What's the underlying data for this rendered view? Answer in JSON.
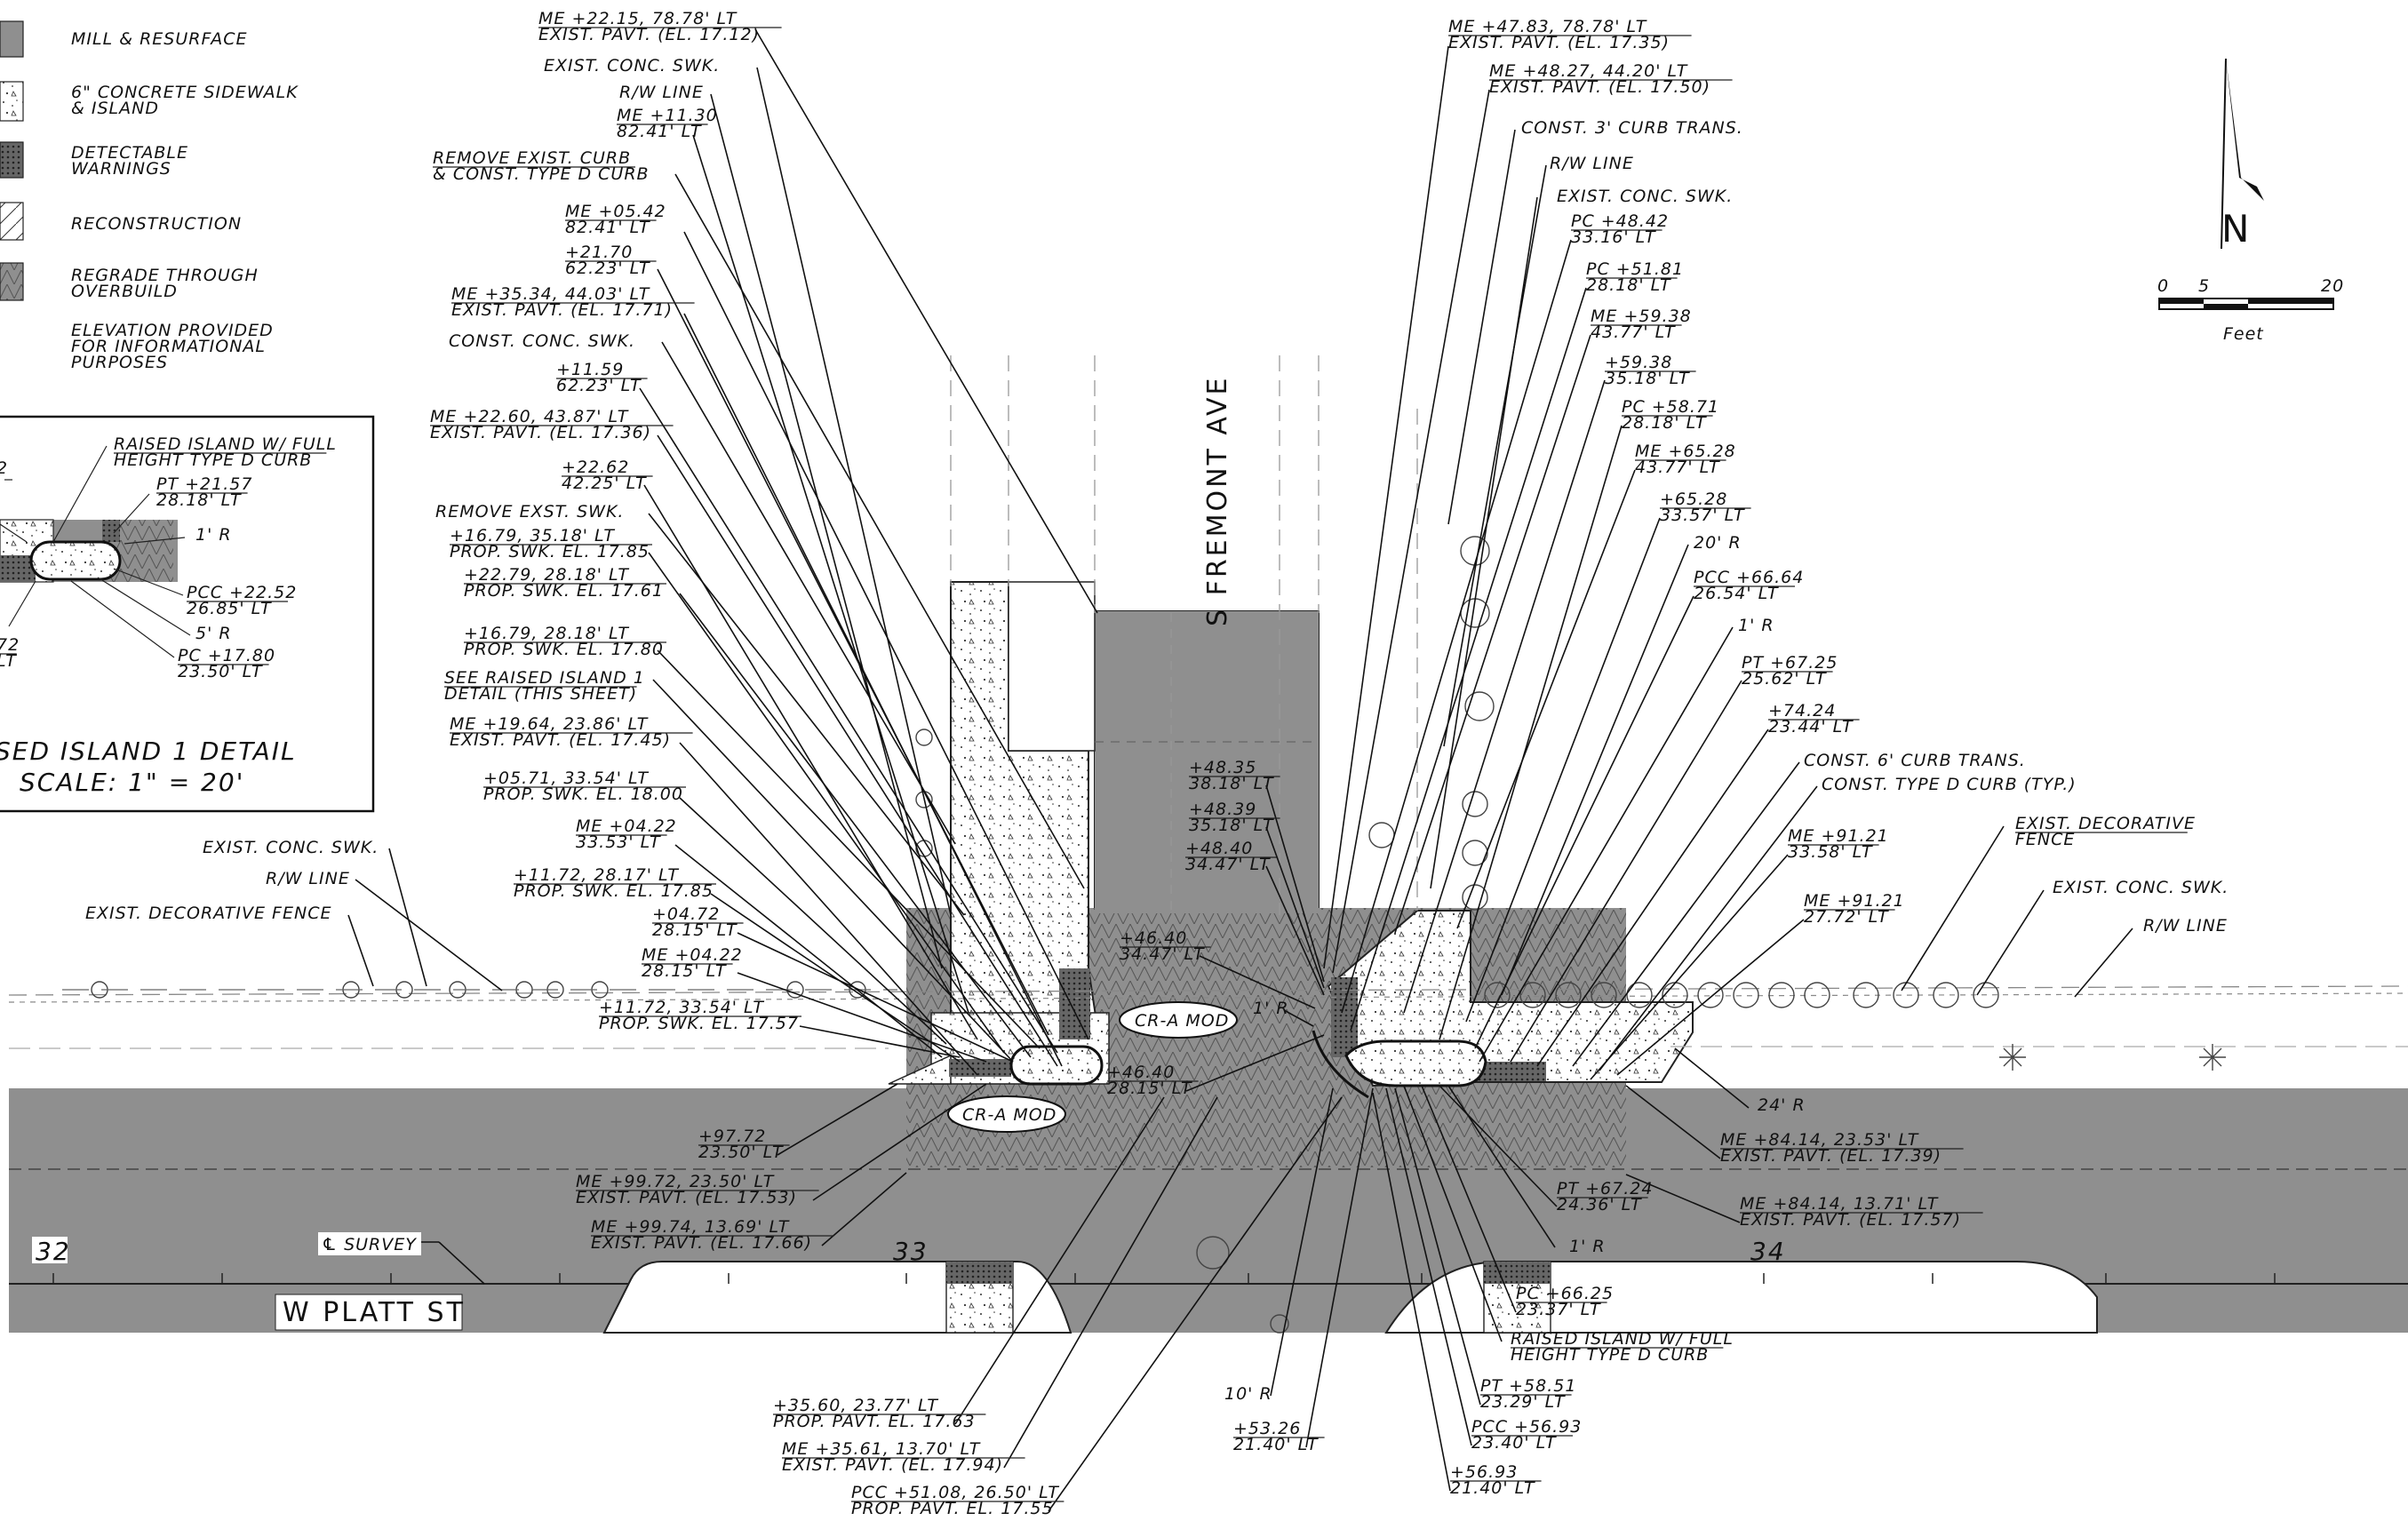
{
  "legend": [
    {
      "id": "mill",
      "lines": [
        "MILL & RESURFACE"
      ]
    },
    {
      "id": "sidewalk",
      "lines": [
        "6\" CONCRETE SIDEWALK",
        "& ISLAND"
      ]
    },
    {
      "id": "warnings",
      "lines": [
        "DETECTABLE",
        "WARNINGS"
      ]
    },
    {
      "id": "recon",
      "lines": [
        "RECONSTRUCTION"
      ]
    },
    {
      "id": "regrade",
      "lines": [
        "REGRADE THROUGH",
        "OVERBUILD"
      ]
    },
    {
      "id": "elev",
      "lines": [
        "ELEVATION PROVIDED",
        "FOR INFORMATIONAL",
        "PURPOSES"
      ]
    }
  ],
  "detail": {
    "title": "SED ISLAND 1 DETAIL",
    "scale": "SCALE: 1\" = 20'",
    "labels": [
      {
        "lines": [
          "RAISED ISLAND W/ FULL",
          "HEIGHT TYPE D CURB"
        ]
      },
      {
        "lines": [
          "PT +21.57",
          "28.18' LT"
        ]
      },
      {
        "lines": [
          "1' R"
        ]
      },
      {
        "lines": [
          "PCC +22.52",
          "26.85' LT"
        ]
      },
      {
        "lines": [
          "5' R"
        ]
      },
      {
        "lines": [
          "PC +17.80",
          "23.50' LT"
        ]
      },
      {
        "lines": [
          "2"
        ]
      },
      {
        "lines": [
          "72",
          "LT"
        ]
      }
    ]
  },
  "streets": {
    "cross": "S FREMONT AVE",
    "main": "W PLATT ST",
    "survey": "℄ SURVEY",
    "stations": [
      "32",
      "33",
      "34"
    ],
    "cr_a_1": "CR-A MOD",
    "cr_a_2": "CR-A MOD"
  },
  "north": {
    "letter": "N",
    "scale_nums": [
      "0",
      "5",
      "20"
    ],
    "scale_unit": "Feet"
  },
  "callouts": [
    {
      "id": "c01",
      "lines": [
        "ME +22.15, 78.78' LT",
        "EXIST. PAVT. (EL. 17.12)"
      ]
    },
    {
      "id": "c02",
      "lines": [
        "EXIST. CONC. SWK."
      ]
    },
    {
      "id": "c03",
      "lines": [
        "R/W LINE"
      ]
    },
    {
      "id": "c04",
      "lines": [
        "ME +11.30",
        "82.41' LT"
      ]
    },
    {
      "id": "c05",
      "lines": [
        "REMOVE EXIST. CURB",
        "& CONST. TYPE D CURB"
      ]
    },
    {
      "id": "c06",
      "lines": [
        "ME +05.42",
        "82.41' LT"
      ]
    },
    {
      "id": "c07",
      "lines": [
        "+21.70",
        "62.23' LT"
      ]
    },
    {
      "id": "c08",
      "lines": [
        "ME +35.34, 44.03' LT",
        "EXIST. PAVT. (EL. 17.71)"
      ]
    },
    {
      "id": "c09",
      "lines": [
        "CONST. CONC. SWK."
      ]
    },
    {
      "id": "c10",
      "lines": [
        "+11.59",
        "62.23' LT"
      ]
    },
    {
      "id": "c11",
      "lines": [
        "ME +22.60, 43.87' LT",
        "EXIST. PAVT. (EL. 17.36)"
      ]
    },
    {
      "id": "c12",
      "lines": [
        "+22.62",
        "42.25' LT"
      ]
    },
    {
      "id": "c13",
      "lines": [
        "REMOVE EXST. SWK."
      ]
    },
    {
      "id": "c14",
      "lines": [
        "+16.79, 35.18' LT",
        "PROP. SWK. EL. 17.85"
      ]
    },
    {
      "id": "c15",
      "lines": [
        "+22.79, 28.18' LT",
        "PROP. SWK. EL. 17.61"
      ]
    },
    {
      "id": "c16",
      "lines": [
        "+16.79, 28.18' LT",
        "PROP. SWK. EL. 17.80"
      ]
    },
    {
      "id": "c17",
      "lines": [
        "SEE RAISED ISLAND 1",
        "DETAIL (THIS SHEET)"
      ]
    },
    {
      "id": "c18",
      "lines": [
        "ME +19.64, 23.86' LT",
        "EXIST. PAVT. (EL. 17.45)"
      ]
    },
    {
      "id": "c19",
      "lines": [
        "+05.71, 33.54' LT",
        "PROP. SWK. EL. 18.00"
      ]
    },
    {
      "id": "c20",
      "lines": [
        "ME +04.22",
        "33.53' LT"
      ]
    },
    {
      "id": "c21",
      "lines": [
        "+11.72, 28.17' LT",
        "PROP. SWK. EL. 17.85"
      ]
    },
    {
      "id": "c22",
      "lines": [
        "+04.72",
        "28.15' LT"
      ]
    },
    {
      "id": "c23",
      "lines": [
        "ME +04.22",
        "28.15' LT"
      ]
    },
    {
      "id": "c24",
      "lines": [
        "+11.72, 33.54' LT",
        "PROP. SWK. EL. 17.57"
      ]
    },
    {
      "id": "c25",
      "lines": [
        "EXIST. CONC. SWK."
      ]
    },
    {
      "id": "c26",
      "lines": [
        "R/W LINE"
      ]
    },
    {
      "id": "c27",
      "lines": [
        "EXIST. DECORATIVE FENCE"
      ]
    },
    {
      "id": "c28",
      "lines": [
        "+97.72",
        "23.50' LT"
      ]
    },
    {
      "id": "c29",
      "lines": [
        "ME +99.72, 23.50' LT",
        "EXIST. PAVT. (EL. 17.53)"
      ]
    },
    {
      "id": "c30",
      "lines": [
        "ME +99.74, 13.69' LT",
        "EXIST. PAVT. (EL. 17.66)"
      ]
    },
    {
      "id": "c31",
      "lines": [
        "+35.60, 23.77' LT",
        "PROP. PAVT. EL. 17.63"
      ]
    },
    {
      "id": "c32",
      "lines": [
        "ME +35.61, 13.70' LT",
        "EXIST. PAVT. (EL. 17.94)"
      ]
    },
    {
      "id": "c33",
      "lines": [
        "PCC +51.08, 26.50' LT",
        "PROP. PAVT. EL. 17.55"
      ]
    },
    {
      "id": "c34",
      "lines": [
        "10' R"
      ]
    },
    {
      "id": "c35",
      "lines": [
        "+53.26",
        "21.40' LT"
      ]
    },
    {
      "id": "c36",
      "lines": [
        "+48.35",
        "38.18' LT"
      ]
    },
    {
      "id": "c37",
      "lines": [
        "+48.39",
        "35.18' LT"
      ]
    },
    {
      "id": "c38",
      "lines": [
        "+48.40",
        "34.47' LT"
      ]
    },
    {
      "id": "c39",
      "lines": [
        "+46.40",
        "34.47' LT"
      ]
    },
    {
      "id": "c40",
      "lines": [
        "1' R"
      ]
    },
    {
      "id": "c41",
      "lines": [
        "+46.40",
        "28.15' LT"
      ]
    },
    {
      "id": "c42",
      "lines": [
        "ME +47.83, 78.78' LT",
        "EXIST. PAVT. (EL. 17.35)"
      ]
    },
    {
      "id": "c43",
      "lines": [
        "ME +48.27, 44.20' LT",
        "EXIST. PAVT. (EL. 17.50)"
      ]
    },
    {
      "id": "c44",
      "lines": [
        "CONST. 3' CURB TRANS."
      ]
    },
    {
      "id": "c45",
      "lines": [
        "R/W LINE"
      ]
    },
    {
      "id": "c46",
      "lines": [
        "EXIST. CONC. SWK."
      ]
    },
    {
      "id": "c47",
      "lines": [
        "PC +48.42",
        "33.16' LT"
      ]
    },
    {
      "id": "c48",
      "lines": [
        "PC +51.81",
        "28.18' LT"
      ]
    },
    {
      "id": "c49",
      "lines": [
        "ME +59.38",
        "43.77' LT"
      ]
    },
    {
      "id": "c50",
      "lines": [
        "+59.38",
        "35.18' LT"
      ]
    },
    {
      "id": "c51",
      "lines": [
        "PC +58.71",
        "28.18' LT"
      ]
    },
    {
      "id": "c52",
      "lines": [
        "ME +65.28",
        "43.77' LT"
      ]
    },
    {
      "id": "c53",
      "lines": [
        "+65.28",
        "33.57' LT"
      ]
    },
    {
      "id": "c54",
      "lines": [
        "20' R"
      ]
    },
    {
      "id": "c55",
      "lines": [
        "PCC +66.64",
        "26.54' LT"
      ]
    },
    {
      "id": "c56",
      "lines": [
        "1' R"
      ]
    },
    {
      "id": "c57",
      "lines": [
        "PT +67.25",
        "25.62' LT"
      ]
    },
    {
      "id": "c58",
      "lines": [
        "+74.24",
        "23.44' LT"
      ]
    },
    {
      "id": "c59",
      "lines": [
        "CONST. 6' CURB TRANS."
      ]
    },
    {
      "id": "c60",
      "lines": [
        "CONST. TYPE D CURB (TYP.)"
      ]
    },
    {
      "id": "c61",
      "lines": [
        "ME +91.21",
        "33.58' LT"
      ]
    },
    {
      "id": "c62",
      "lines": [
        "ME +91.21",
        "27.72' LT"
      ]
    },
    {
      "id": "c63",
      "lines": [
        "EXIST. DECORATIVE",
        "FENCE"
      ]
    },
    {
      "id": "c64",
      "lines": [
        "EXIST. CONC. SWK."
      ]
    },
    {
      "id": "c65",
      "lines": [
        "R/W LINE"
      ]
    },
    {
      "id": "c66",
      "lines": [
        "24' R"
      ]
    },
    {
      "id": "c67",
      "lines": [
        "ME +84.14, 23.53' LT",
        "EXIST. PAVT. (EL. 17.39)"
      ]
    },
    {
      "id": "c68",
      "lines": [
        "PT +67.24",
        "24.36' LT"
      ]
    },
    {
      "id": "c69",
      "lines": [
        "ME +84.14, 13.71' LT",
        "EXIST. PAVT. (EL. 17.57)"
      ]
    },
    {
      "id": "c70",
      "lines": [
        "1' R"
      ]
    },
    {
      "id": "c71",
      "lines": [
        "PC +66.25",
        "23.37' LT"
      ]
    },
    {
      "id": "c72",
      "lines": [
        "RAISED ISLAND W/ FULL",
        "HEIGHT TYPE D CURB"
      ]
    },
    {
      "id": "c73",
      "lines": [
        "PT +58.51",
        "23.29' LT"
      ]
    },
    {
      "id": "c74",
      "lines": [
        "PCC +56.93",
        "23.40' LT"
      ]
    },
    {
      "id": "c75",
      "lines": [
        "+56.93",
        "21.40' LT"
      ]
    }
  ]
}
